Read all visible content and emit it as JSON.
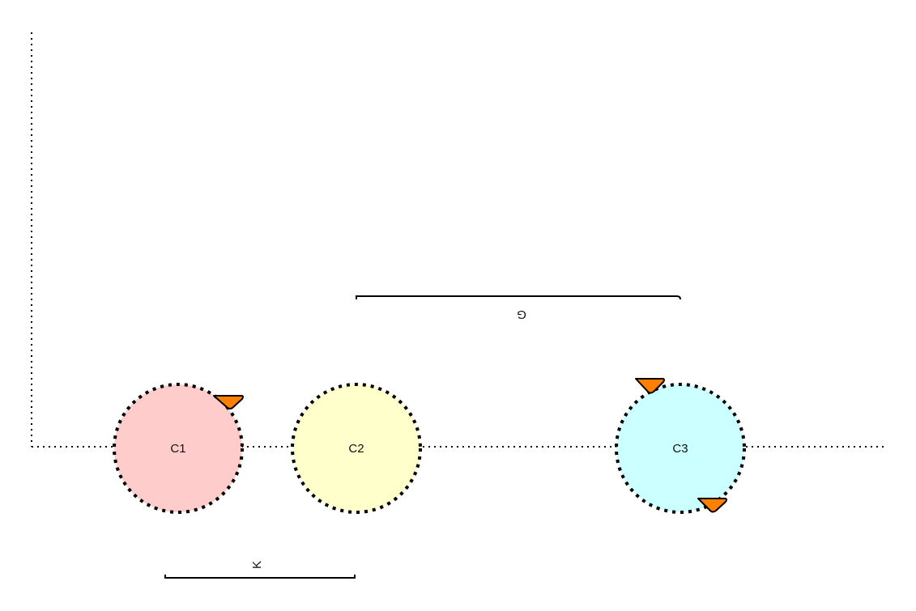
{
  "diagram": {
    "circles": [
      {
        "id": "c1",
        "label": "C1",
        "fill": "#ffcccc"
      },
      {
        "id": "c2",
        "label": "C2",
        "fill": "#ffffcc"
      },
      {
        "id": "c3",
        "label": "C3",
        "fill": "#ccffff"
      }
    ],
    "dimensions": [
      {
        "id": "g",
        "label": "G"
      },
      {
        "id": "k",
        "label": "K"
      }
    ],
    "colors": {
      "circle_stroke": "#000000",
      "marker_fill": "#ff8000",
      "axis_stroke": "#000000"
    }
  }
}
